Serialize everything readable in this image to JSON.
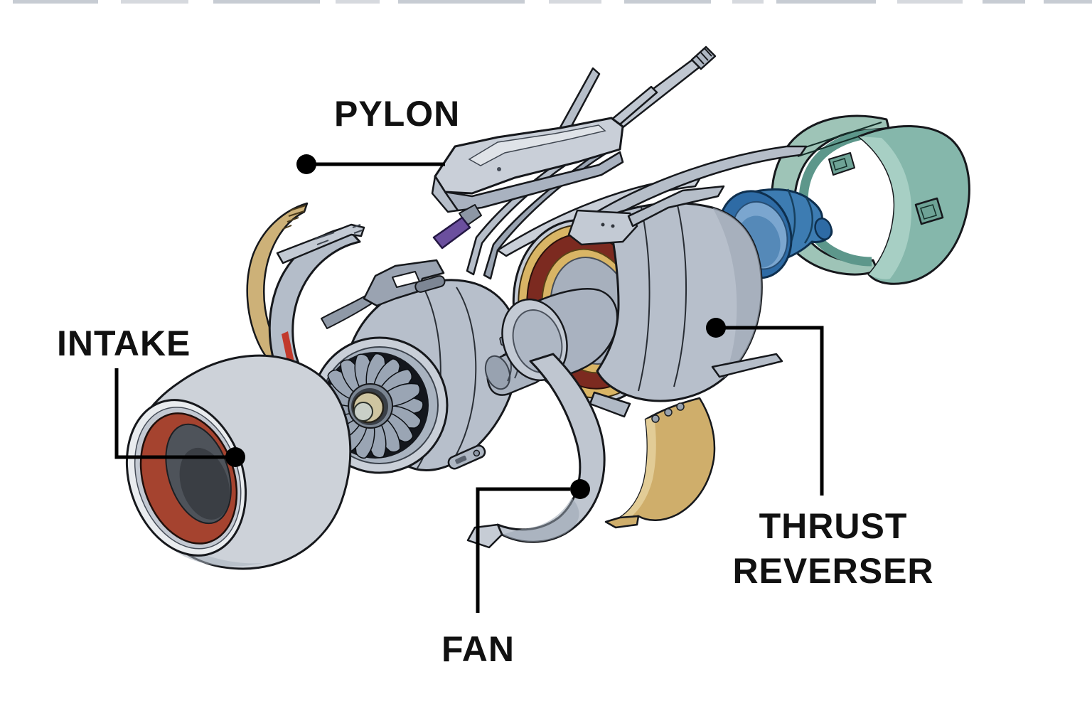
{
  "figure": {
    "kind": "exploded-diagram",
    "subject": "turbofan jet engine components",
    "background_color": "#ffffff",
    "leader_color": "#000000",
    "text_color": "#111111",
    "labels": {
      "pylon": "PYLON",
      "intake": "INTAKE",
      "fan": "FAN",
      "thrust_reverser_line1": "THRUST",
      "thrust_reverser_line2": "REVERSER"
    },
    "parts": [
      {
        "name": "pylon",
        "labeled": true,
        "color": "#c9cfd8",
        "accent_color": "#6b4f9e"
      },
      {
        "name": "intake",
        "labeled": true,
        "color": "#cdd2d9",
        "interior_ring_color": "#a5432f",
        "interior_dark_color": "#4e535a"
      },
      {
        "name": "fan",
        "labeled": true,
        "case_color": "#b7bfcb",
        "blade_color": "#14171d",
        "blade_highlight_color": "#9aa5b4",
        "spinner_color": "#cfc5a1"
      },
      {
        "name": "thrust-reverser",
        "labeled": true,
        "body_color": "#b7bfcb",
        "rim_color": "#d9b565",
        "interior_color": "#7c2a20"
      },
      {
        "name": "exhaust-plug",
        "labeled": false,
        "color": "#3d7cb2"
      },
      {
        "name": "exhaust-sleeve-halves",
        "labeled": false,
        "color": "#8fbfb2"
      },
      {
        "name": "cowl-panels-gold",
        "labeled": false,
        "color": "#cfae6b"
      },
      {
        "name": "cowl-half-gray",
        "labeled": false,
        "color": "#bfc6d0"
      }
    ]
  }
}
